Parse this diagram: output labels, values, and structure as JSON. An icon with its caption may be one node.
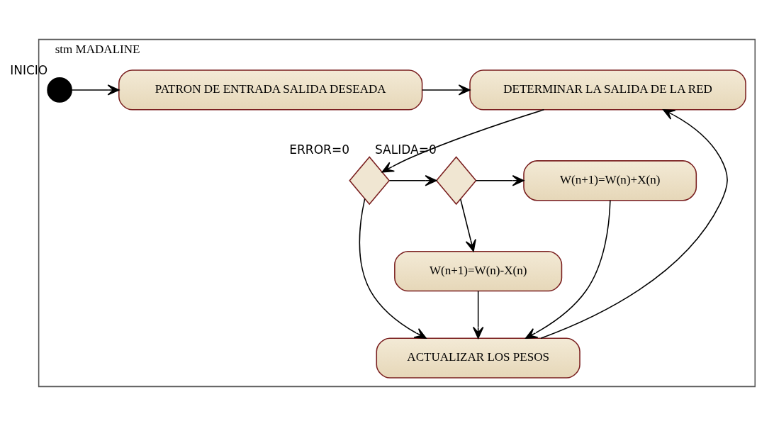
{
  "diagram": {
    "nodes": [
      {
        "text": [
          "stm MADALINE"
        ]
      },
      {
        "text": [],
        "shape": "circle",
        "beside": [
          "INICIO"
        ],
        "in": 0
      },
      {
        "text": [
          "PATRON DE ENTRADA SALIDA DESEADA"
        ],
        "in": 0
      },
      {
        "text": [
          "DETERMINAR LA SALIDA DE LA RED"
        ],
        "in": 0
      },
      {
        "text": [],
        "shape": "diamond",
        "beside": [
          "ERROR=0"
        ],
        "in": 0
      },
      {
        "text": [],
        "shape": "diamond",
        "beside": [
          "SALIDA=0"
        ],
        "in": 0
      },
      {
        "text": [
          "W(n+1)=W(n)+X(n)"
        ],
        "in": 0
      },
      {
        "text": [
          "W(n+1)=W(n)-X(n)"
        ],
        "in": 0
      },
      {
        "text": [
          "ACTUALIZAR LOS PESOS"
        ],
        "in": 0
      }
    ],
    "edges": [
      {
        "from": 1,
        "to": 2,
        "arrow": "to"
      },
      {
        "from": 2,
        "to": 3,
        "arrow": "to"
      },
      {
        "from": 3,
        "to": 4,
        "arrow": "to"
      },
      {
        "from": 4,
        "to": 5,
        "arrow": "to"
      },
      {
        "from": 5,
        "to": 6,
        "arrow": "to"
      },
      {
        "from": 5,
        "to": 7,
        "arrow": "to"
      },
      {
        "from": 4,
        "to": 8,
        "arrow": "to"
      },
      {
        "from": 7,
        "to": 8,
        "arrow": "to"
      },
      {
        "from": 6,
        "to": 8,
        "arrow": "to"
      },
      {
        "from": 8,
        "to": 3,
        "arrow": "to"
      }
    ]
  }
}
